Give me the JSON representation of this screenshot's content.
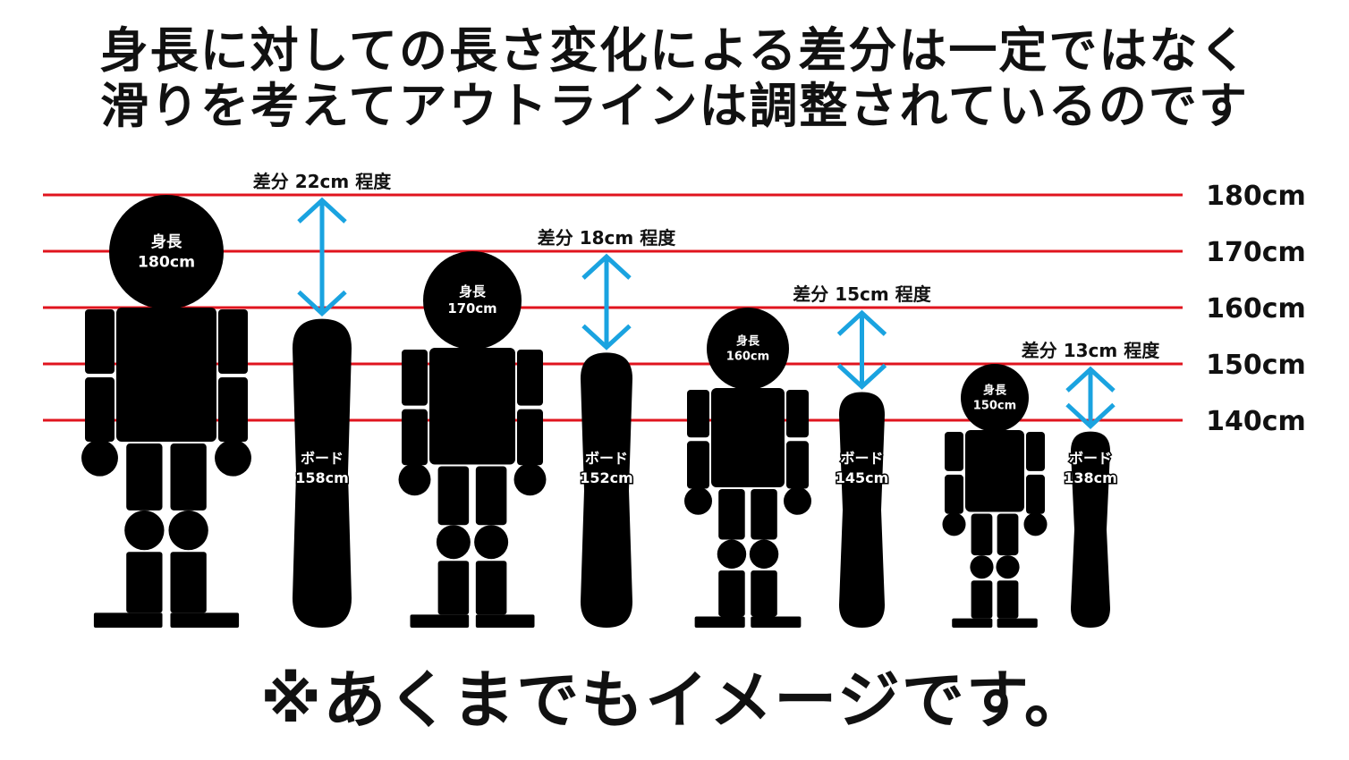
{
  "title": {
    "line1": "身長に対しての長さ変化による差分は一定ではなく",
    "line2": "滑りを考えてアウトラインは調整されているのです"
  },
  "footer": "※あくまでもイメージです。",
  "colors": {
    "line": "#e0141e",
    "arrow": "#1aa3e0",
    "figure": "#000000",
    "text": "#111111",
    "label_on_black": "#ffffff"
  },
  "height_scale": {
    "labels": [
      "180cm",
      "170cm",
      "160cm",
      "150cm",
      "140cm"
    ],
    "values": [
      180,
      170,
      160,
      150,
      140
    ]
  },
  "pairs": [
    {
      "person_label": "身長",
      "person_height_text": "180cm",
      "person_height": 180,
      "board_label": "ボード",
      "board_length_text": "158cm",
      "board_length": 158,
      "diff_text": "差分 22cm 程度"
    },
    {
      "person_label": "身長",
      "person_height_text": "170cm",
      "person_height": 170,
      "board_label": "ボード",
      "board_length_text": "152cm",
      "board_length": 152,
      "diff_text": "差分 18cm 程度"
    },
    {
      "person_label": "身長",
      "person_height_text": "160cm",
      "person_height": 160,
      "board_label": "ボード",
      "board_length_text": "145cm",
      "board_length": 145,
      "diff_text": "差分 15cm 程度"
    },
    {
      "person_label": "身長",
      "person_height_text": "150cm",
      "person_height": 150,
      "board_label": "ボード",
      "board_length_text": "138cm",
      "board_length": 138,
      "diff_text": "差分 13cm 程度"
    }
  ]
}
